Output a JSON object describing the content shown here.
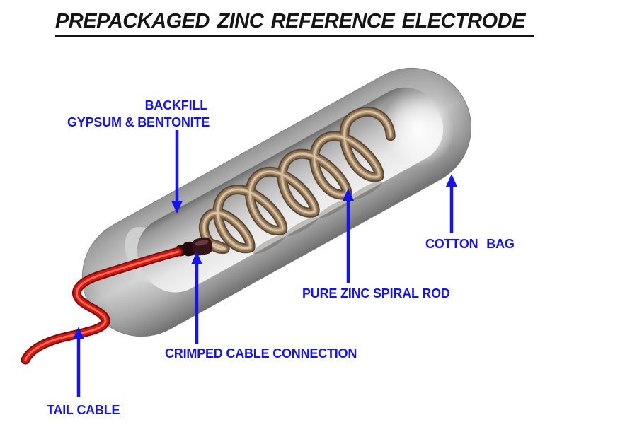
{
  "title": "PREPACKAGED ZINC REFERENCE ELECTRODE",
  "colors": {
    "label_blue": "#1414EB",
    "title_color": "#151515",
    "cable_red": "#cf1b14",
    "coil_brown": "#8a6f52",
    "bag_gray": "#bfbfbf"
  },
  "labels": {
    "backfill_line1": "BACKFILL",
    "backfill_line2": "GYPSUM & BENTONITE",
    "cotton_bag": "COTTON BAG",
    "zinc_rod": "PURE ZINC SPIRAL ROD",
    "crimp": "CRIMPED CABLE CONNECTION",
    "tail_cable": "TAIL CABLE"
  }
}
